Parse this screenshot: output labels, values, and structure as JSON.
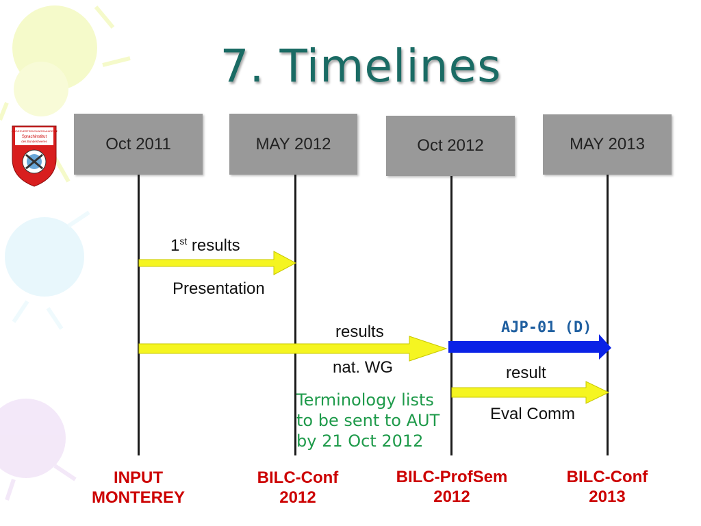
{
  "title": "7. Timelines",
  "dates": [
    "Oct 2011",
    "MAY 2012",
    "Oct 2012",
    "MAY 2013"
  ],
  "arrows": {
    "first_results_sup": "st",
    "first_results_prefix": "1",
    "first_results_text": " results",
    "presentation": "Presentation",
    "results": "results",
    "nat_wg": "nat. WG",
    "ajp": "AJP-01 (D)",
    "result": "result",
    "eval_comm": "Eval Comm"
  },
  "note": [
    "Terminology lists",
    "to be sent to AUT",
    "by 21 Oct 2012"
  ],
  "events": [
    [
      "INPUT",
      "MONTEREY"
    ],
    [
      "BILC-Conf",
      "2012"
    ],
    [
      "BILC-ProfSem",
      "2012"
    ],
    [
      "BILC-Conf",
      "2013"
    ]
  ],
  "colors": {
    "title": "#1a6b64",
    "yellow_arrow": "#f5f521",
    "blue_arrow": "#0a22e6",
    "event_red": "#cc0000",
    "note_green": "#1e9a4a",
    "box_gray": "#999999"
  },
  "logo": {
    "text_lines": [
      "LANDESVERTEIDIGUNGSAKADEMIE",
      "Sprachinstitut",
      "des Bundesheeres"
    ]
  }
}
